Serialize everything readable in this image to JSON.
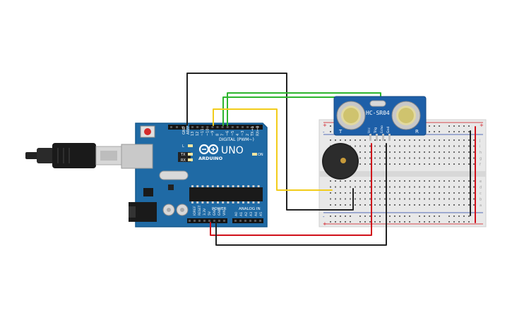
{
  "arduino": {
    "brand": "ARDUINO",
    "model": "UNO",
    "digital_label": "DIGITAL (PWM~)",
    "power_label": "POWER",
    "analog_label": "ANALOG IN",
    "on_label": "ON",
    "tx_label": "TX",
    "rx_label": "RX",
    "l_label": "L",
    "aref_label": "AREF",
    "gnd_label": "GND",
    "ioref_label": "IOREF",
    "reset_label": "RESET",
    "v33_label": "3.3V",
    "v5_label": "5V",
    "vin_label": "VIN",
    "digital_pins": [
      "13",
      "12",
      "~11",
      "~10",
      "~9",
      "8",
      "7",
      "~6",
      "~5",
      "4",
      "~3",
      "2",
      "TX→1",
      "RX←0"
    ],
    "analog_pins": [
      "A0",
      "A1",
      "A2",
      "A3",
      "A4",
      "A5"
    ]
  },
  "sensor": {
    "name": "HC-SR04",
    "pins": [
      "Vcc",
      "Trig",
      "Echo",
      "Gnd"
    ],
    "left_marker": "T",
    "right_marker": "R"
  },
  "breadboard": {
    "rows_top": [
      "j",
      "i",
      "h",
      "g",
      "f"
    ],
    "rows_bottom": [
      "e",
      "d",
      "c",
      "b",
      "a"
    ],
    "plus": "+",
    "minus": "-"
  },
  "colors": {
    "board": "#1f6aa5",
    "board_dark": "#175a8e",
    "wire_black": "#222222",
    "wire_red": "#d0101a",
    "wire_green": "#2db52d",
    "wire_yellow": "#f2cc1a",
    "sensor_pcb": "#1d5fa8",
    "buzzer": "#222222"
  }
}
